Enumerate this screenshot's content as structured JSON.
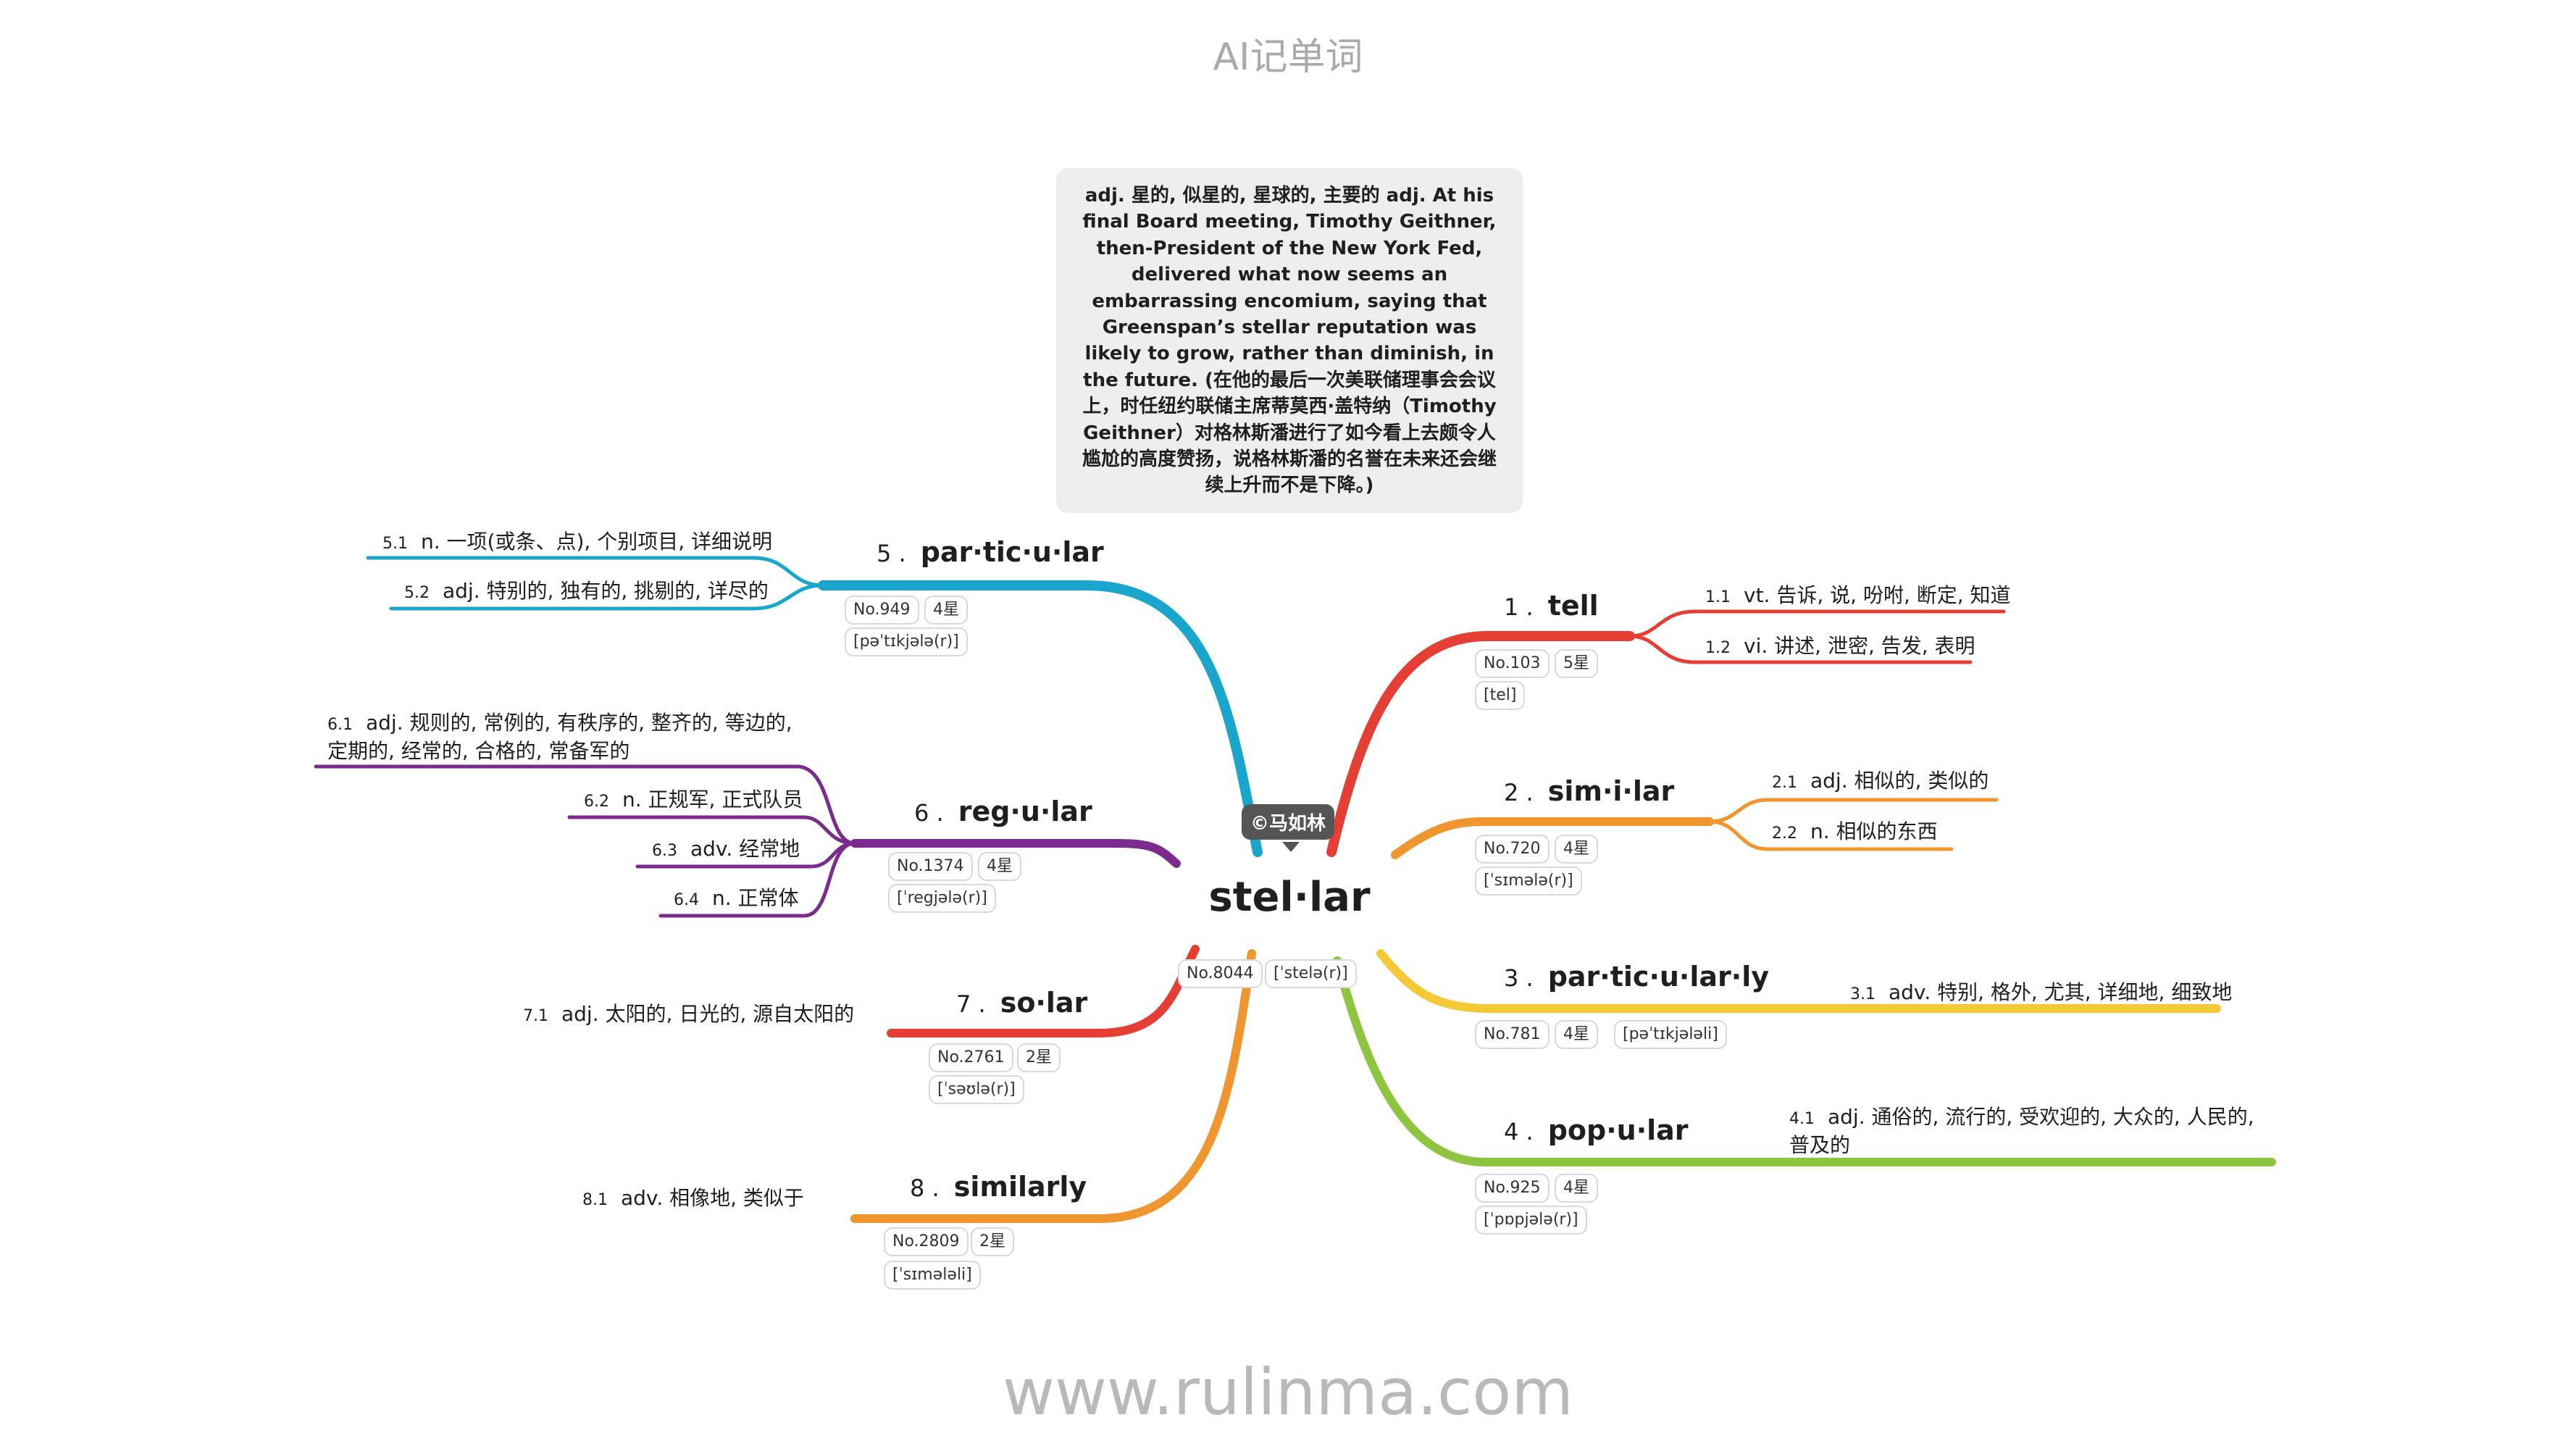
{
  "title": "AI记单词",
  "watermark": "www.rulinma.com",
  "badge": "©马如林",
  "center": {
    "word": "stel·lar",
    "rank": "No.8044",
    "phonetic": "[ˈstelə(r)]"
  },
  "note": "adj. 星的, 似星的, 星球的, 主要的 adj. At his final Board meeting, Timothy Geithner, then-President of the New York Fed, delivered what now seems an embarrassing encomium, saying that Greenspan’s stellar reputation was likely to grow, rather than diminish, in the future. (在他的最后一次美联储理事会会议上，时任纽约联储主席蒂莫西·盖特纳（Timothy Geithner）对格林斯潘进行了如今看上去颇令人尴尬的高度赞扬，说格林斯潘的名誉在未来还会继续上升而不是下降。)",
  "branches": [
    {
      "num": "1 .",
      "word": "tell",
      "rank": "No.103",
      "stars": "5星",
      "phonetic": "[tel]",
      "color": "#e53e35",
      "subs": [
        {
          "num": "1.1",
          "text": "vt. 告诉, 说, 吩咐, 断定, 知道"
        },
        {
          "num": "1.2",
          "text": "vi. 讲述, 泄密, 告发, 表明"
        }
      ]
    },
    {
      "num": "2 .",
      "word": "sim·i·lar",
      "rank": "No.720",
      "stars": "4星",
      "phonetic": "[ˈsɪmələ(r)]",
      "color": "#f0962f",
      "subs": [
        {
          "num": "2.1",
          "text": "adj. 相似的, 类似的"
        },
        {
          "num": "2.2",
          "text": "n. 相似的东西"
        }
      ]
    },
    {
      "num": "3 .",
      "word": "par·tic·u·lar·ly",
      "rank": "No.781",
      "stars": "4星",
      "phonetic": "[pəˈtɪkjələli]",
      "color": "#f5c935",
      "subs": [
        {
          "num": "3.1",
          "text": "adv. 特别, 格外, 尤其, 详细地, 细致地"
        }
      ]
    },
    {
      "num": "4 .",
      "word": "pop·u·lar",
      "rank": "No.925",
      "stars": "4星",
      "phonetic": "[ˈpɒpjələ(r)]",
      "color": "#8dc540",
      "subs": [
        {
          "num": "4.1",
          "text": "adj. 通俗的, 流行的, 受欢迎的, 大众的, 人民的, 普及的"
        }
      ]
    },
    {
      "num": "5 .",
      "word": "par·tic·u·lar",
      "rank": "No.949",
      "stars": "4星",
      "phonetic": "[pəˈtɪkjələ(r)]",
      "color": "#1aa6cc",
      "subs": [
        {
          "num": "5.1",
          "text": "n. 一项(或条、点), 个别项目, 详细说明"
        },
        {
          "num": "5.2",
          "text": "adj. 特别的, 独有的, 挑剔的, 详尽的"
        }
      ]
    },
    {
      "num": "6 .",
      "word": "reg·u·lar",
      "rank": "No.1374",
      "stars": "4星",
      "phonetic": "[ˈregjələ(r)]",
      "color": "#7b2a8e",
      "subs": [
        {
          "num": "6.1",
          "text": "adj. 规则的, 常例的, 有秩序的, 整齐的, 等边的, 定期的, 经常的, 合格的, 常备军的"
        },
        {
          "num": "6.2",
          "text": "n. 正规军, 正式队员"
        },
        {
          "num": "6.3",
          "text": "adv. 经常地"
        },
        {
          "num": "6.4",
          "text": "n. 正常体"
        }
      ]
    },
    {
      "num": "7 .",
      "word": "so·lar",
      "rank": "No.2761",
      "stars": "2星",
      "phonetic": "[ˈsəʊlə(r)]",
      "color": "#e53e35",
      "subs": [
        {
          "num": "7.1",
          "text": "adj. 太阳的, 日光的, 源自太阳的"
        }
      ]
    },
    {
      "num": "8 .",
      "word": "similarly",
      "rank": "No.2809",
      "stars": "2星",
      "phonetic": "[ˈsɪmələli]",
      "color": "#f0962f",
      "subs": [
        {
          "num": "8.1",
          "text": "adv. 相像地, 类似于"
        }
      ]
    }
  ]
}
